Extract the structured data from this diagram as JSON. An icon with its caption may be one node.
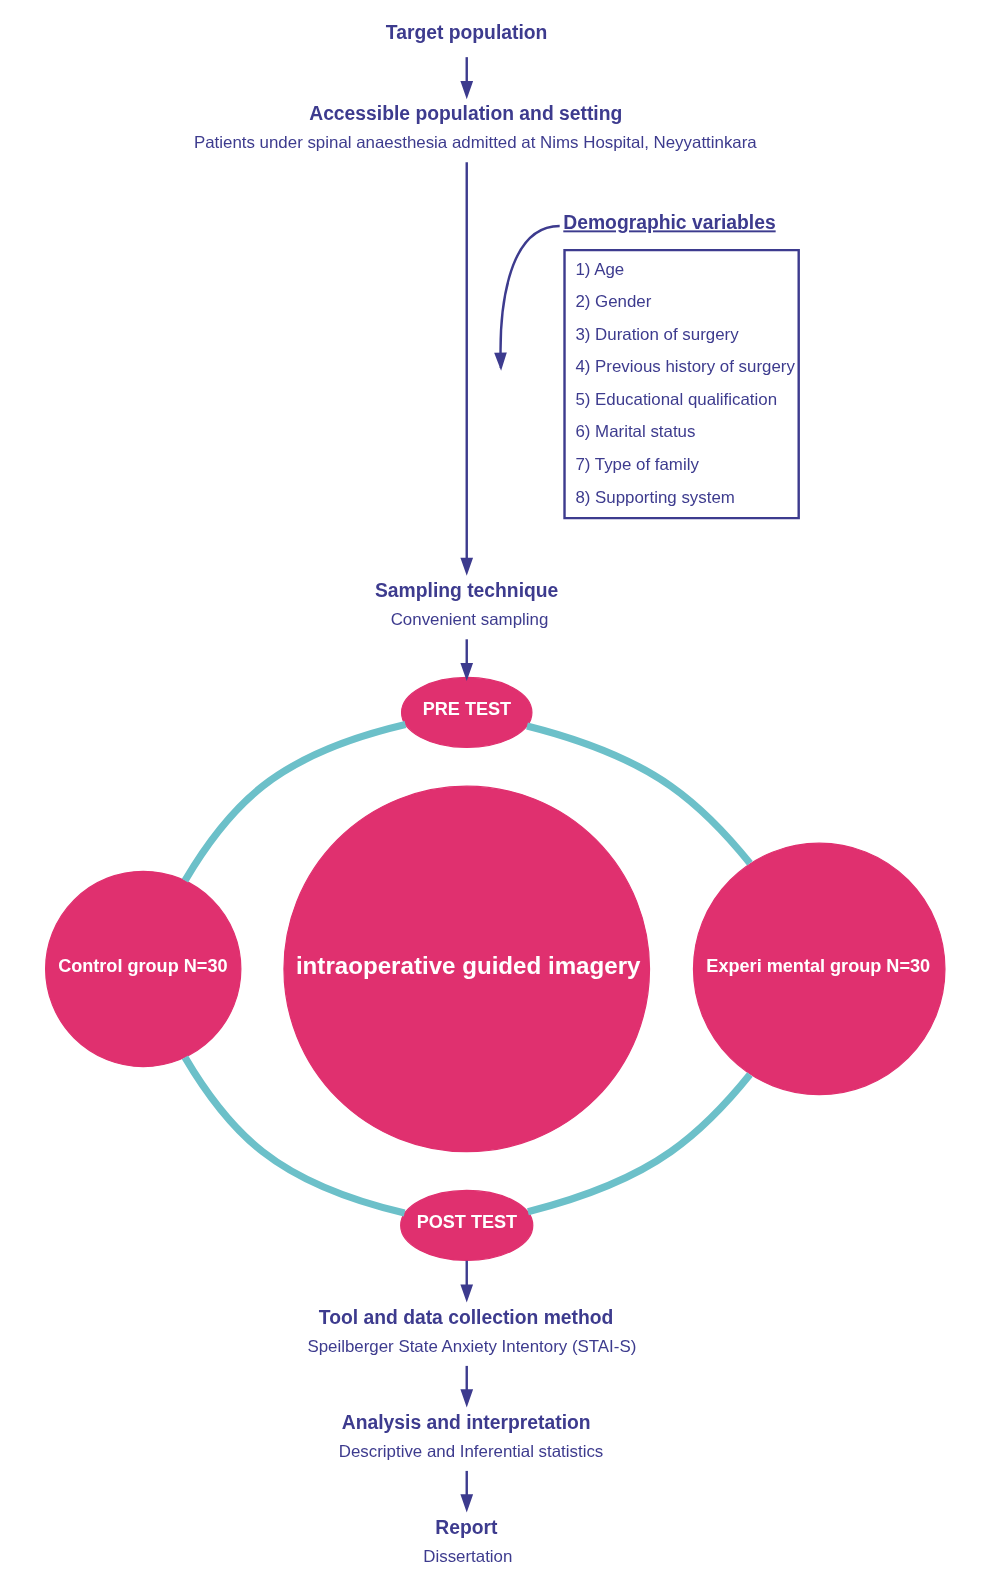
{
  "diagram": {
    "nodes": [
      {
        "text": [
          "Target population"
        ]
      },
      {
        "text": [
          "Accessible population and setting",
          "Patients under spinal anaesthesia admitted at Nims Hospital, Neyyattinkara"
        ]
      },
      {
        "text": [
          "Sampling technique",
          "Convenient sampling"
        ]
      },
      {
        "text": [
          "Demographic variables",
          "1) Age",
          "2) Gender",
          "3) Duration of surgery",
          "4) Previous history of surgery",
          "5) Educational qualification",
          "6) Marital status",
          "7) Type of family",
          "8) Supporting system"
        ]
      },
      {
        "text": [
          "PRE TEST"
        ]
      },
      {
        "text": [
          "Control group N=30"
        ]
      },
      {
        "text": [
          "intraoperative guided imagery"
        ]
      },
      {
        "text": [
          "Experi mental group N=30"
        ]
      },
      {
        "text": [
          "POST TEST"
        ]
      },
      {
        "text": [
          "Tool and data collection method",
          "Speilberger State Anxiety Intentory (STAI-S)"
        ]
      },
      {
        "text": [
          "Analysis and interpretation",
          "Descriptive and Inferential statistics"
        ]
      },
      {
        "text": [
          "Report",
          "Dissertation"
        ]
      }
    ],
    "edges": [
      {
        "from": 0,
        "to": 1,
        "arrow": "to"
      },
      {
        "from": 1,
        "to": 2,
        "arrow": "to"
      },
      {
        "from": 3,
        "to": null,
        "arrow": "to"
      },
      {
        "from": 2,
        "to": 4,
        "arrow": "to"
      },
      {
        "from": 4,
        "to": 5,
        "arrow": "none",
        "style": "thick",
        "color": "#6cc0c9"
      },
      {
        "from": 4,
        "to": 7,
        "arrow": "none",
        "style": "thick",
        "color": "#6cc0c9"
      },
      {
        "from": 5,
        "to": 8,
        "arrow": "none",
        "style": "thick",
        "color": "#6cc0c9"
      },
      {
        "from": 7,
        "to": 8,
        "arrow": "none",
        "style": "thick",
        "color": "#6cc0c9"
      },
      {
        "from": 8,
        "to": 9,
        "arrow": "to"
      },
      {
        "from": 9,
        "to": 10,
        "arrow": "to"
      },
      {
        "from": 10,
        "to": 11,
        "arrow": "to"
      }
    ]
  }
}
